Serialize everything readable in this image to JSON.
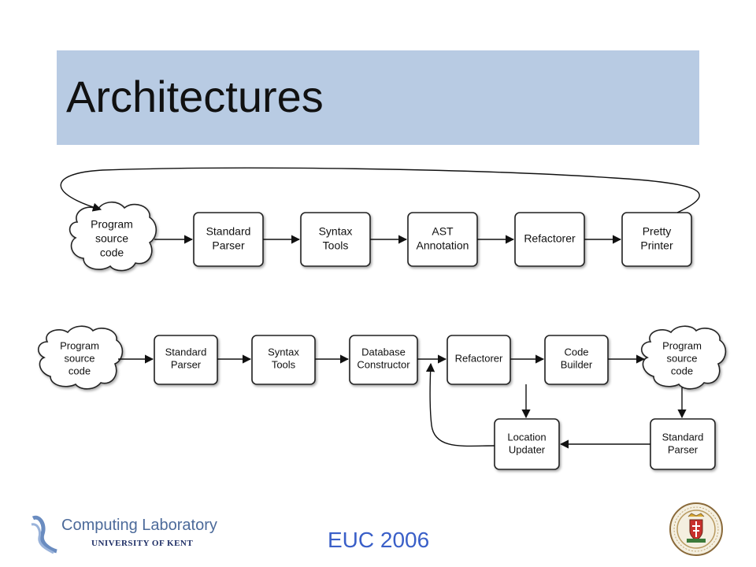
{
  "slide": {
    "title": "Architectures",
    "footer": "EUC 2006"
  },
  "logos": {
    "left_line1": "Computing Laboratory",
    "left_line2": "UNIVERSITY OF KENT",
    "right_icon": "university-seal-icon"
  },
  "diagram1": {
    "source": [
      "Program",
      "source",
      "code"
    ],
    "boxes": [
      [
        "Standard",
        "Parser"
      ],
      [
        "Syntax",
        "Tools"
      ],
      [
        "AST",
        "Annotation"
      ],
      [
        "Refactorer"
      ],
      [
        "Pretty",
        "Printer"
      ]
    ]
  },
  "diagram2": {
    "source": [
      "Program",
      "source",
      "code"
    ],
    "boxes": [
      [
        "Standard",
        "Parser"
      ],
      [
        "Syntax",
        "Tools"
      ],
      [
        "Database",
        "Constructor"
      ],
      [
        "Refactorer"
      ],
      [
        "Code",
        "Builder"
      ]
    ],
    "target": [
      "Program",
      "source",
      "code"
    ],
    "bottom_boxes": [
      [
        "Location",
        "Updater"
      ],
      [
        "Standard",
        "Parser"
      ]
    ]
  },
  "colors": {
    "title_band": "#b8cbe3",
    "footer_text": "#3a5fc8"
  }
}
